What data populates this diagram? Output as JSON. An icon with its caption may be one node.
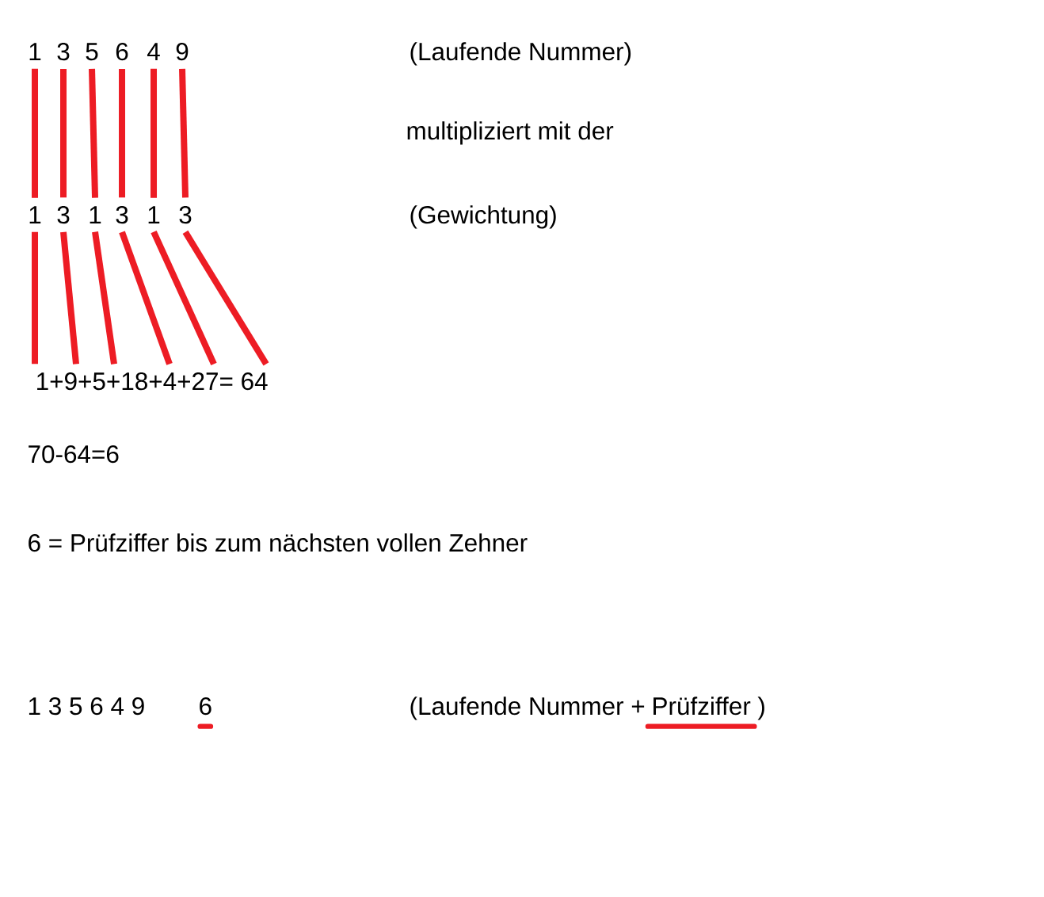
{
  "diagram": {
    "nodes": [
      {
        "text": [
          "1"
        ]
      },
      {
        "text": [
          "3"
        ]
      },
      {
        "text": [
          "5"
        ]
      },
      {
        "text": [
          "6"
        ]
      },
      {
        "text": [
          "4"
        ]
      },
      {
        "text": [
          "9"
        ]
      },
      {
        "text": [
          "1"
        ]
      },
      {
        "text": [
          "3"
        ]
      },
      {
        "text": [
          "1"
        ]
      },
      {
        "text": [
          "3"
        ]
      },
      {
        "text": [
          "1"
        ]
      },
      {
        "text": [
          "3"
        ]
      },
      {
        "text": [
          "1+9+5+18+4+27= 64"
        ]
      }
    ],
    "edges": [
      {
        "from": 0,
        "to": 6,
        "arrow": "none"
      },
      {
        "from": 1,
        "to": 7,
        "arrow": "none"
      },
      {
        "from": 2,
        "to": 8,
        "arrow": "none"
      },
      {
        "from": 3,
        "to": 9,
        "arrow": "none"
      },
      {
        "from": 4,
        "to": 10,
        "arrow": "none"
      },
      {
        "from": 5,
        "to": 11,
        "arrow": "none"
      },
      {
        "from": 6,
        "to": 12,
        "arrow": "none"
      },
      {
        "from": 7,
        "to": 12,
        "arrow": "none"
      },
      {
        "from": 8,
        "to": 12,
        "arrow": "none"
      },
      {
        "from": 9,
        "to": 12,
        "arrow": "none"
      },
      {
        "from": 10,
        "to": 12,
        "arrow": "none"
      },
      {
        "from": 11,
        "to": 12,
        "arrow": "none"
      }
    ],
    "labels": [
      "(Laufende Nummer)",
      "multipliziert mit der",
      "(Gewichtung)",
      "70-64=6",
      "6 = Prüfziffer bis zum nächsten vollen Zehner",
      "1 3 5 6 4 9",
      "6",
      "(Laufende Nummer +",
      "Prüfziffer",
      ")"
    ]
  }
}
